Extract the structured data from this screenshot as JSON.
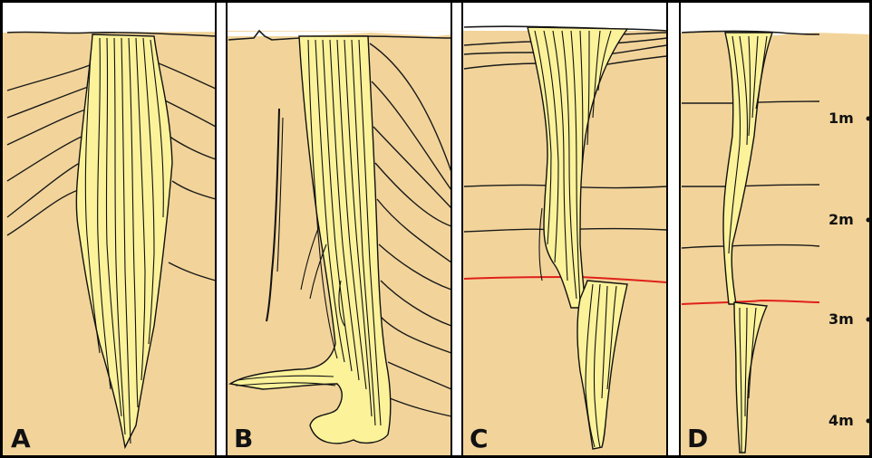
{
  "panels": [
    {
      "label": "A"
    },
    {
      "label": "B"
    },
    {
      "label": "C"
    },
    {
      "label": "D"
    }
  ],
  "depth_scale": [
    "1m",
    "2m",
    "3m",
    "4m"
  ],
  "colors": {
    "soil": "#f2d49a",
    "wedge_fill": "#fbf29a",
    "marker_line": "#e0201a"
  }
}
